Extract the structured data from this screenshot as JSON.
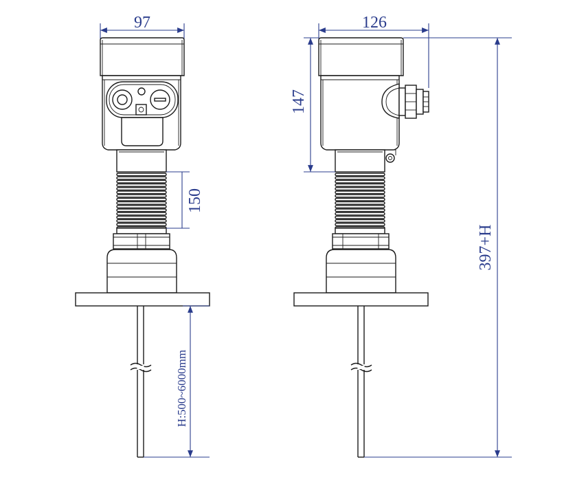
{
  "dimensions": {
    "front_width": "97",
    "side_width": "126",
    "housing_height": "147",
    "bellows_height": "150",
    "total_height": "397+H",
    "probe_length": "H:500~6000mm"
  },
  "colors": {
    "line": "#1a1a1a",
    "dimension": "#2a3c8c"
  }
}
